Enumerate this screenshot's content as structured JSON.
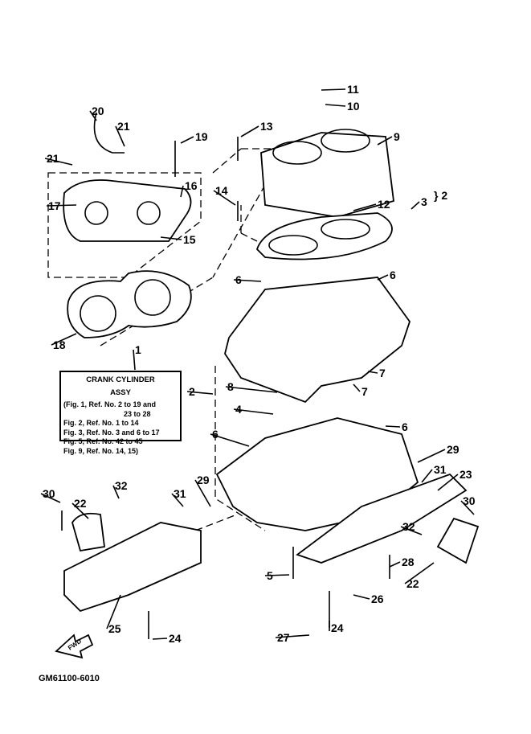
{
  "title_box": {
    "line1": "CRANK CYLINDER",
    "line2": "ASSY",
    "refs": [
      "(Fig. 1, Ref. No. 2 to 19 and",
      "23 to 28",
      "Fig. 2, Ref. No. 1 to 14",
      "Fig. 3, Ref. No. 3 and 6 to 17",
      "Fig. 5, Ref. No. 42 to 45",
      "Fig. 9, Ref. No. 14, 15)"
    ]
  },
  "callouts": [
    "11",
    "10",
    "13",
    "9",
    "20",
    "21",
    "19",
    "21",
    "16",
    "17",
    "14",
    "12",
    "3",
    "2",
    "15",
    "18",
    "1",
    "6",
    "6",
    "7",
    "7",
    "8",
    "2",
    "4",
    "6",
    "6",
    "29",
    "31",
    "23",
    "30",
    "22",
    "32",
    "31",
    "29",
    "30",
    "32",
    "28",
    "22",
    "5",
    "26",
    "25",
    "24",
    "27",
    "24"
  ],
  "fwd_label": "FWD",
  "diagram_code": "GM61100-6010"
}
